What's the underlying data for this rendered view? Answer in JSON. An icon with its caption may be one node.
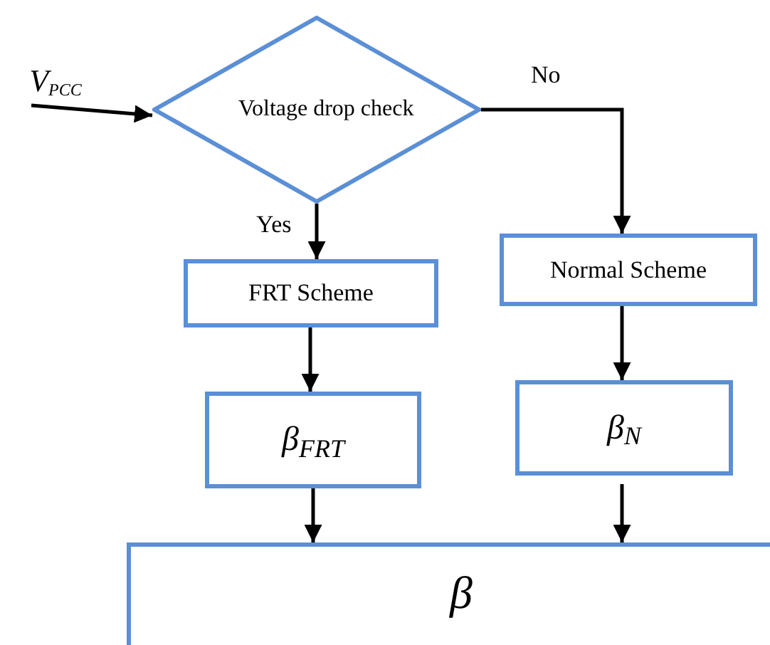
{
  "diagram": {
    "nodes": [
      {
        "text": [
          "V$_{PCC}$"
        ]
      },
      {
        "text": [
          "Voltage drop check"
        ]
      },
      {
        "text": [
          "FRT Scheme"
        ]
      },
      {
        "text": [
          "Normal Scheme"
        ]
      },
      {
        "text": [
          "β$_{FRT}$"
        ]
      },
      {
        "text": [
          "β$_{N}$"
        ]
      },
      {
        "text": [
          "β"
        ]
      }
    ],
    "edges": [
      {
        "from": 0,
        "to": 1,
        "arrow": "to"
      },
      {
        "from": 1,
        "to": 2,
        "arrow": "to",
        "label": "Yes"
      },
      {
        "from": 1,
        "to": 3,
        "arrow": "to",
        "label": "No"
      },
      {
        "from": 2,
        "to": 4,
        "arrow": "to"
      },
      {
        "from": 3,
        "to": 5,
        "arrow": "to"
      },
      {
        "from": 4,
        "to": 6,
        "arrow": "to"
      },
      {
        "from": 5,
        "to": 6,
        "arrow": "to"
      }
    ]
  }
}
